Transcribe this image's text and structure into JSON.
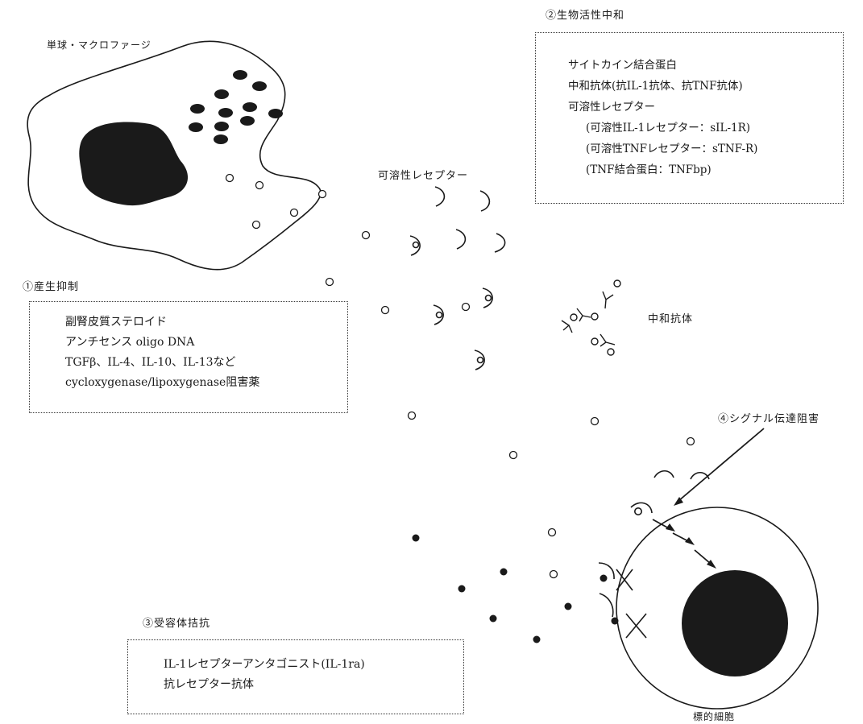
{
  "labels": {
    "macrophage": "単球・マクロファージ",
    "soluble_receptor": "可溶性レセプター",
    "neutralizing_antibody": "中和抗体",
    "target_cell": "標的細胞",
    "signal_inhibition": "④シグナル伝達阻害"
  },
  "box1": {
    "heading": "①産生抑制",
    "lines": [
      "副腎皮質ステロイド",
      "アンチセンス oligo DNA",
      "TGFβ、IL-4、IL-10、IL-13など",
      "cycloxygenase/lipoxygenase阻害薬"
    ]
  },
  "box2": {
    "heading": "②生物活性中和",
    "lines": [
      "サイトカイン結合蛋白",
      "中和抗体(抗IL-1抗体、抗TNF抗体)",
      "可溶性レセプター",
      "(可溶性IL-1レセプター：sIL-1R)",
      "(可溶性TNFレセプター：sTNF-R)",
      "(TNF結合蛋白：TNFbp)"
    ]
  },
  "box3": {
    "heading": "③受容体拮抗",
    "lines": [
      "IL-1レセプターアンタゴニスト(IL-1ra)",
      "抗レセプター抗体"
    ]
  },
  "colors": {
    "ink": "#1a1a1a",
    "cell_fill": "#1a1a1a"
  }
}
